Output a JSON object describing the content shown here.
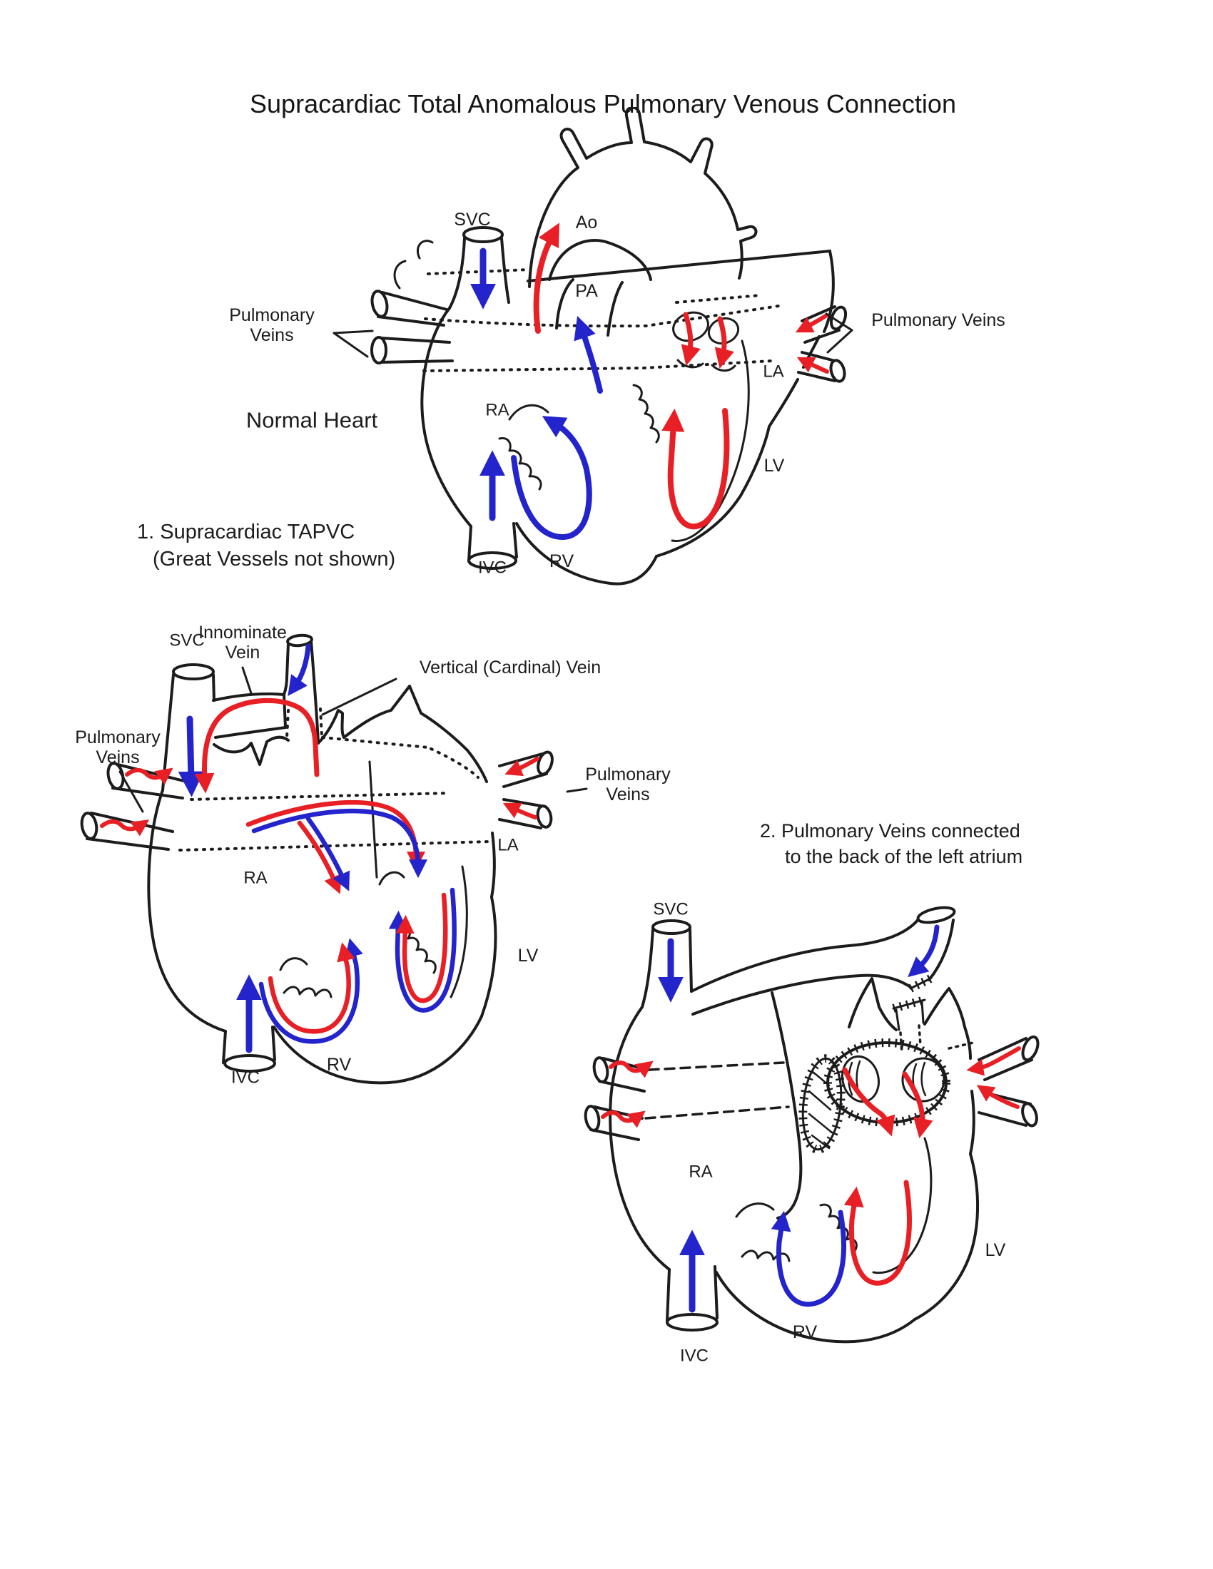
{
  "title": "Supracardiac Total Anomalous Pulmonary Venous Connection",
  "colors": {
    "outline": "#1c1c1c",
    "oxygenated_flow_red": "#e81f25",
    "deoxygenated_flow_blue": "#2424cd",
    "background": "#ffffff"
  },
  "normal_heart": {
    "caption": "Normal Heart",
    "labels": {
      "svc": "SVC",
      "ao": "Ao",
      "pa": "PA",
      "ra": "RA",
      "la": "LA",
      "lv": "LV",
      "rv": "RV",
      "ivc": "IVC",
      "pulmonary_veins_left_line1": "Pulmonary",
      "pulmonary_veins_left_line2": "Veins",
      "pulmonary_veins_right": "Pulmonary Veins"
    }
  },
  "tapvc": {
    "caption_line1": "1. Supracardiac TAPVC",
    "caption_line2": "(Great Vessels not shown)",
    "labels": {
      "svc": "SVC",
      "innominate_vein_line1": "Innominate",
      "innominate_vein_line2": "Vein",
      "vertical_cardinal_vein": "Vertical (Cardinal) Vein",
      "pulmonary_veins_left_line1": "Pulmonary",
      "pulmonary_veins_left_line2": "Veins",
      "pulmonary_veins_right_line1": "Pulmonary",
      "pulmonary_veins_right_line2": "Veins",
      "la": "LA",
      "ra": "RA",
      "lv": "LV",
      "rv": "RV",
      "ivc": "IVC"
    }
  },
  "repaired": {
    "caption_line1": "2. Pulmonary Veins connected",
    "caption_line2": "to the back of the left atrium",
    "labels": {
      "svc": "SVC",
      "ra": "RA",
      "lv": "LV",
      "rv": "RV",
      "ivc": "IVC"
    }
  }
}
